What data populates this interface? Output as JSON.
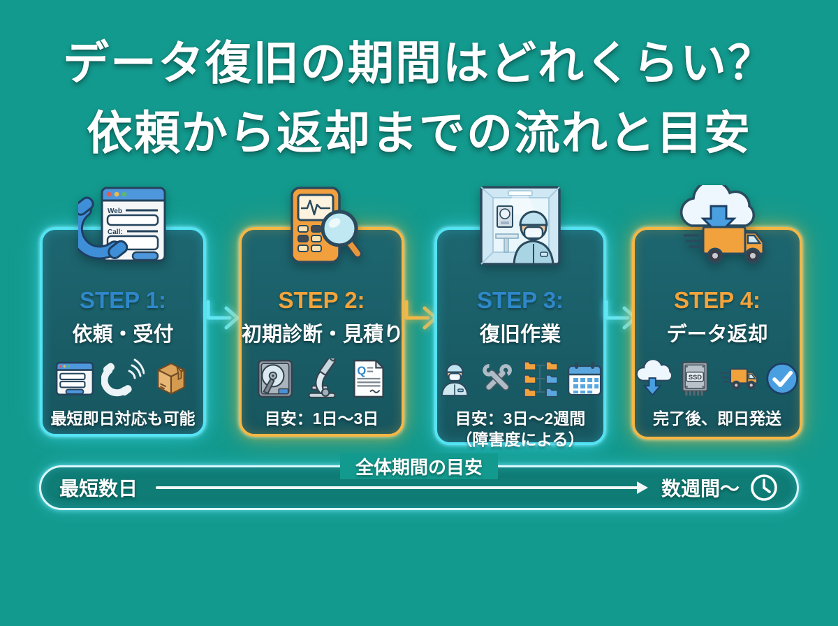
{
  "title": {
    "line1": "データ復旧の期間はどれくらい？",
    "line2": "依頼から返却までの流れと目安"
  },
  "steps": [
    {
      "label": "STEP 1:",
      "title": "依頼・受付",
      "note": "最短即日対応も可能",
      "note2": "",
      "theme": "cyan",
      "accent_color": "#2f87c9",
      "top_icon": "phone-webform-icon",
      "icons": [
        "webform-icon",
        "phone-call-icon",
        "package-box-icon"
      ]
    },
    {
      "label": "STEP 2:",
      "title": "初期診断・見積り",
      "note": "目安：1日〜3日",
      "note2": "",
      "theme": "orange",
      "accent_color": "#f2a33c",
      "top_icon": "diagnostic-device-magnifier-icon",
      "icons": [
        "hdd-icon",
        "microscope-icon",
        "quote-document-icon"
      ]
    },
    {
      "label": "STEP 3:",
      "title": "復旧作業",
      "note": "目安：3日〜2週間",
      "note2": "（障害度による）",
      "theme": "cyan",
      "accent_color": "#2f87c9",
      "top_icon": "cleanroom-technician-icon",
      "icons": [
        "technician-icon",
        "crossed-wrenches-icon",
        "folder-tree-icon",
        "calendar-icon"
      ]
    },
    {
      "label": "STEP 4:",
      "title": "データ返却",
      "note": "完了後、即日発送",
      "note2": "",
      "theme": "orange",
      "accent_color": "#f2a33c",
      "top_icon": "cloud-truck-delivery-icon",
      "icons": [
        "cloud-download-icon",
        "ssd-icon",
        "delivery-truck-icon",
        "check-circle-icon"
      ]
    }
  ],
  "icon_labels": {
    "web": "Web",
    "call": "Call:",
    "ssd": "SSD",
    "quote_q": "Q"
  },
  "timeline": {
    "title": "全体期間の目安",
    "start": "最短数日",
    "end": "数週間〜",
    "clock_icon": "clock-icon"
  },
  "colors": {
    "background": "#139a8e",
    "card_background": "#1a5f68",
    "cyan_glow": "#53e3f4",
    "orange_glow": "#f6b744",
    "step_blue": "#2f87c9",
    "step_orange": "#f2a33c",
    "text_white": "#ffffff"
  }
}
